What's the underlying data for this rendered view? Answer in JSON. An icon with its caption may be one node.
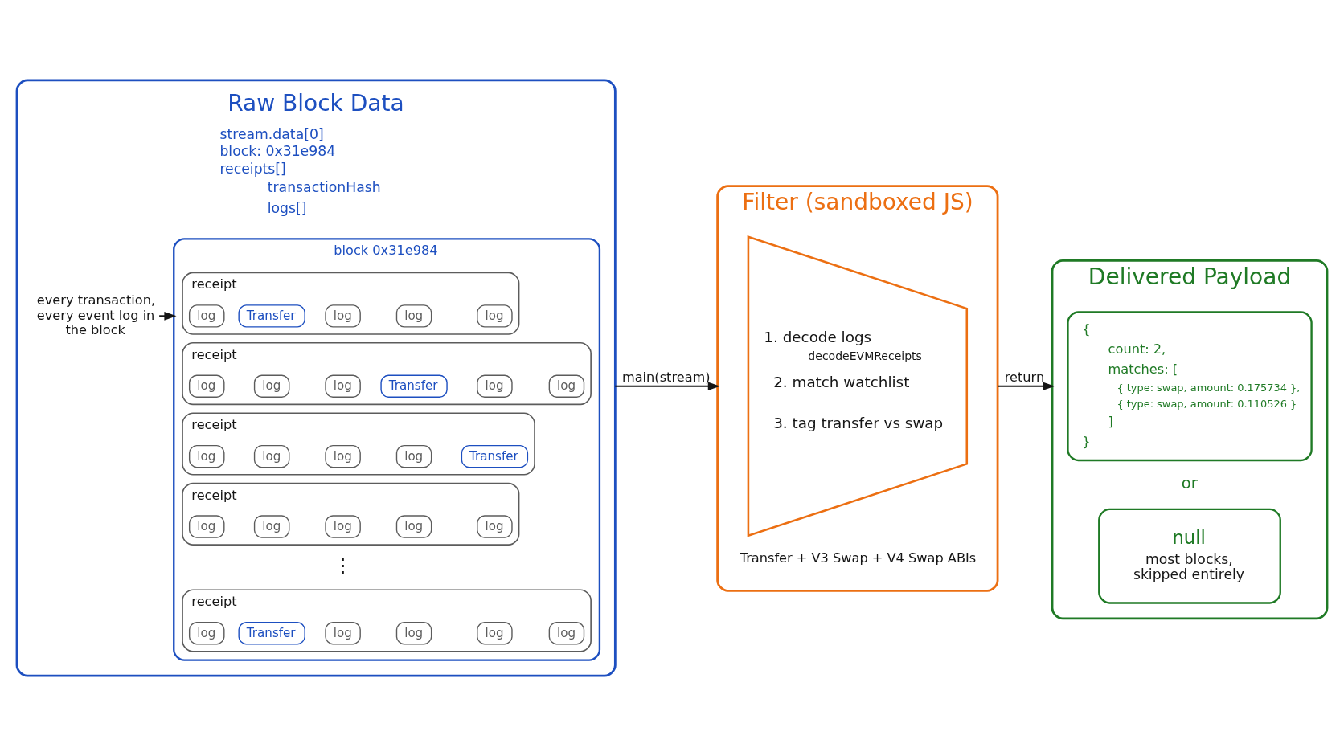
{
  "diagram": {
    "nodes": [
      {
        "text": [
          "Raw Block Data",
          "stream.data[0]",
          "block: 0x31e984",
          "receipts[]",
          "transactionHash",
          "logs[]"
        ]
      },
      {
        "text": [
          "every transaction, every event log in the block"
        ],
        "in": 0
      },
      {
        "text": [
          "block 0x31e984"
        ],
        "in": 0
      },
      {
        "text": [
          "receipt"
        ],
        "in": 2
      },
      {
        "text": [
          "log"
        ],
        "in": 3
      },
      {
        "text": [
          "Transfer"
        ],
        "in": 3
      },
      {
        "text": [
          "log"
        ],
        "in": 3
      },
      {
        "text": [
          "log"
        ],
        "in": 3
      },
      {
        "text": [
          "log"
        ],
        "in": 3
      },
      {
        "text": [
          "receipt"
        ],
        "in": 2
      },
      {
        "text": [
          "log"
        ],
        "in": 9
      },
      {
        "text": [
          "log"
        ],
        "in": 9
      },
      {
        "text": [
          "log"
        ],
        "in": 9
      },
      {
        "text": [
          "Transfer"
        ],
        "in": 9
      },
      {
        "text": [
          "log"
        ],
        "in": 9
      },
      {
        "text": [
          "log"
        ],
        "in": 9
      },
      {
        "text": [
          "receipt"
        ],
        "in": 2
      },
      {
        "text": [
          "log"
        ],
        "in": 16
      },
      {
        "text": [
          "log"
        ],
        "in": 16
      },
      {
        "text": [
          "log"
        ],
        "in": 16
      },
      {
        "text": [
          "log"
        ],
        "in": 16
      },
      {
        "text": [
          "Transfer"
        ],
        "in": 16
      },
      {
        "text": [
          "receipt"
        ],
        "in": 2
      },
      {
        "text": [
          "log"
        ],
        "in": 22
      },
      {
        "text": [
          "log"
        ],
        "in": 22
      },
      {
        "text": [
          "log"
        ],
        "in": 22
      },
      {
        "text": [
          "log"
        ],
        "in": 22
      },
      {
        "text": [
          "log"
        ],
        "in": 22
      },
      {
        "text": [
          "receipt"
        ],
        "in": 2
      },
      {
        "text": [
          "log"
        ],
        "in": 28
      },
      {
        "text": [
          "Transfer"
        ],
        "in": 28
      },
      {
        "text": [
          "log"
        ],
        "in": 28
      },
      {
        "text": [
          "log"
        ],
        "in": 28
      },
      {
        "text": [
          "log"
        ],
        "in": 28
      },
      {
        "text": [
          "log"
        ],
        "in": 28
      },
      {
        "text": [
          "Filter (sandboxed JS)"
        ]
      },
      {
        "text": [
          "1. decode logs",
          "decodeEVMReceipts",
          "2. match watchlist",
          "3. tag transfer vs swap"
        ],
        "in": 35,
        "beside": [
          "Transfer + V3 Swap + V4 Swap ABIs"
        ]
      },
      {
        "text": [
          "Delivered Payload"
        ]
      },
      {
        "text": [
          "{",
          "count: 2,",
          "matches: [",
          "{ type: swap, amount: 0.175734 },",
          "{ type: swap, amount: 0.110526 }",
          "]",
          "}"
        ],
        "in": 37
      },
      {
        "text": [
          "null",
          "most blocks, skipped entirely"
        ],
        "in": 37
      }
    ],
    "edges": [
      {
        "from": 1,
        "to": 2,
        "arrow": "to"
      },
      {
        "from": 0,
        "to": 35,
        "arrow": "to",
        "label": "main(stream)"
      },
      {
        "from": 35,
        "to": 37,
        "arrow": "to",
        "label": "return"
      }
    ],
    "labels": [
      "⋮",
      "or"
    ]
  }
}
